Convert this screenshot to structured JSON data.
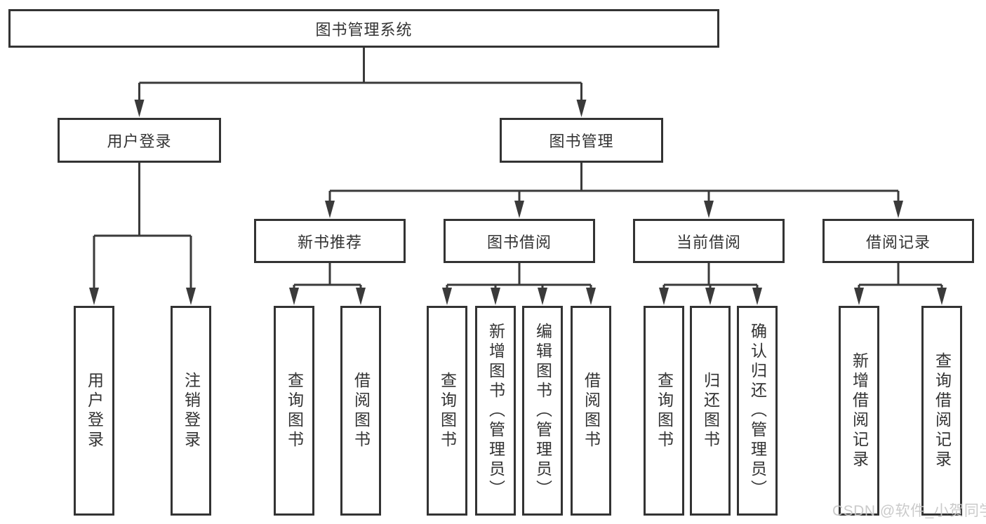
{
  "colors": {
    "background": "#ffffff",
    "line": "#3a3a3a",
    "box_border": "#333333",
    "text": "#333333",
    "watermark_text": "#c6c6c6"
  },
  "diagram": {
    "root": {
      "label": "图书管理系统"
    },
    "level2": [
      {
        "label": "用户登录"
      },
      {
        "label": "图书管理"
      }
    ],
    "level3": [
      {
        "label": "新书推荐"
      },
      {
        "label": "图书借阅"
      },
      {
        "label": "当前借阅"
      },
      {
        "label": "借阅记录"
      }
    ],
    "leaves": {
      "user_login": [
        "用户登录",
        "注销登录"
      ],
      "new_book_recommend": [
        "查询图书",
        "借阅图书"
      ],
      "book_borrow": [
        "查询图书",
        "新增图书（管理员）",
        "编辑图书（管理员）",
        "借阅图书"
      ],
      "current_borrow": [
        "查询图书",
        "归还图书",
        "确认归还（管理员）"
      ],
      "borrow_record": [
        "新增借阅记录",
        "查询借阅记录"
      ]
    }
  },
  "watermark": {
    "text": "CSDN @软件_小贺同学"
  }
}
